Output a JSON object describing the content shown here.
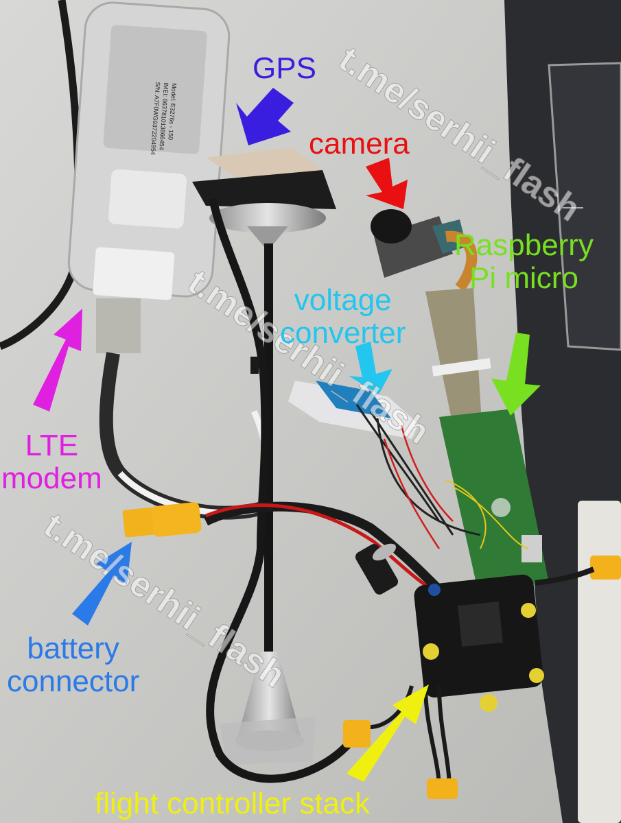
{
  "labels": {
    "gps": {
      "text": "GPS",
      "color": "#3a1ee0"
    },
    "camera": {
      "text": "camera",
      "color": "#e81010"
    },
    "raspberry": {
      "line1": "Raspberry",
      "line2": "Pi micro",
      "color": "#78e020"
    },
    "voltage": {
      "line1": "voltage",
      "line2": "converter",
      "color": "#22c6ee"
    },
    "lte": {
      "line1": "LTE",
      "line2": "modem",
      "color": "#e020e0"
    },
    "battery": {
      "line1": "battery",
      "line2": "connector",
      "color": "#2a7ae8"
    },
    "flight": {
      "text": "flight controller stack",
      "color": "#f0f010"
    }
  },
  "watermark": "t.me/serhii_flash",
  "modem_sticker": {
    "model": "Model: E3276s - 150",
    "imei": "IMEI: 863781013866454",
    "sn": "S/N: A7F0WG9372204954"
  }
}
